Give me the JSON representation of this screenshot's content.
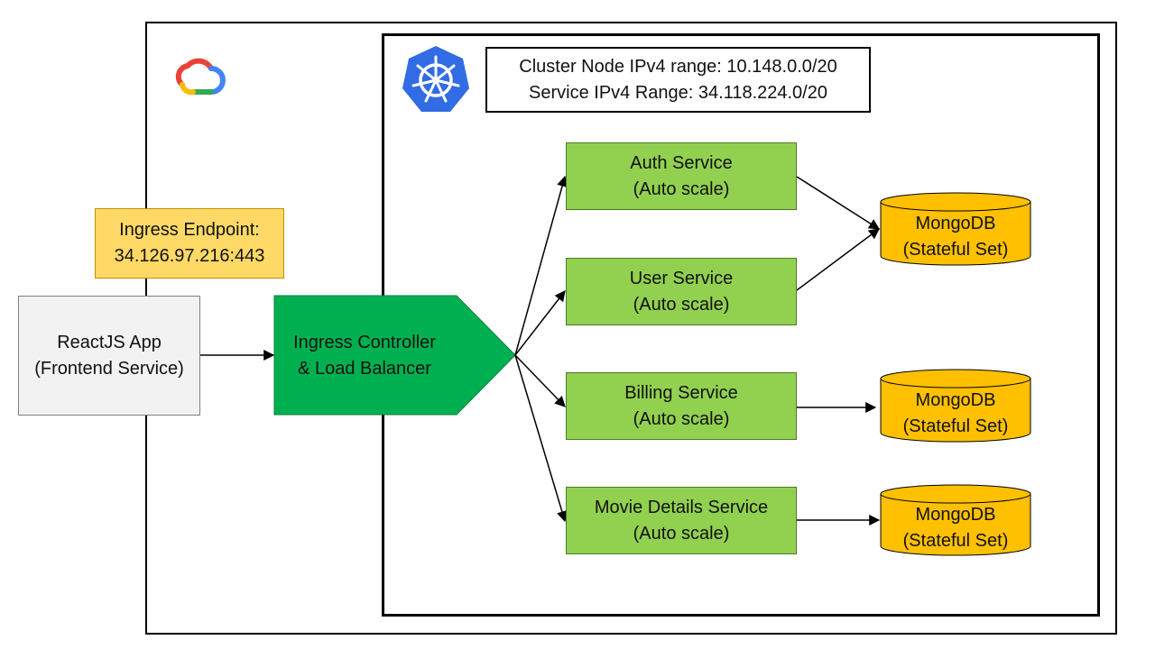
{
  "cluster": {
    "node_range": "Cluster Node IPv4 range: 10.148.0.0/20",
    "service_range": "Service IPv4 Range: 34.118.224.0/20"
  },
  "ingress_endpoint": {
    "line1": "Ingress Endpoint:",
    "line2": "34.126.97.216:443"
  },
  "frontend": {
    "line1": "ReactJS App",
    "line2": "(Frontend Service)"
  },
  "ingress_controller": {
    "line1": "Ingress Controller",
    "line2": "& Load Balancer"
  },
  "services": [
    {
      "name": "Auth Service",
      "sub": "(Auto scale)"
    },
    {
      "name": "User Service",
      "sub": "(Auto scale)"
    },
    {
      "name": "Billing Service",
      "sub": "(Auto scale)"
    },
    {
      "name": "Movie Details Service",
      "sub": "(Auto scale)"
    }
  ],
  "databases": [
    {
      "name": "MongoDB",
      "sub": "(Stateful Set)"
    },
    {
      "name": "MongoDB",
      "sub": "(Stateful Set)"
    },
    {
      "name": "MongoDB",
      "sub": "(Stateful Set)"
    }
  ],
  "icons": {
    "cloud": "google-cloud-logo",
    "kubernetes": "kubernetes-logo"
  },
  "colors": {
    "ingress_controller": "#00b050",
    "service": "#92d050",
    "database": "#ffc000",
    "endpoint": "#ffd966",
    "frontend": "#f2f2f2"
  }
}
